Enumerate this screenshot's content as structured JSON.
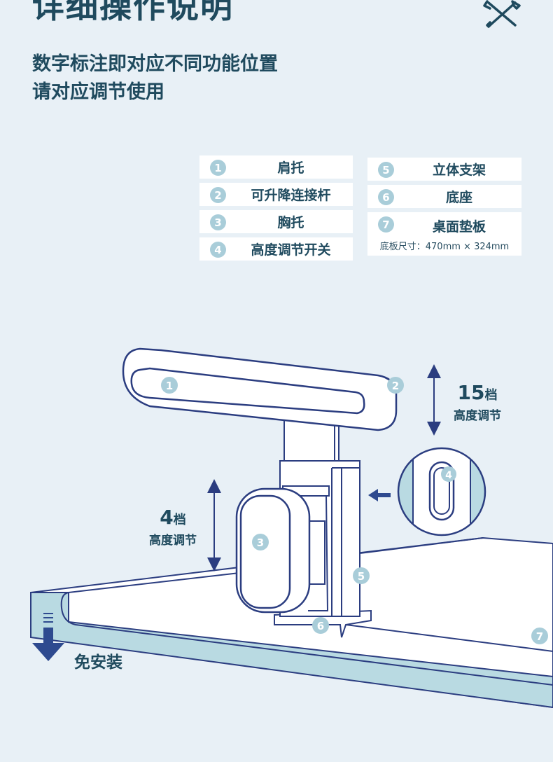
{
  "header": {
    "title": "详细操作说明",
    "subtitle_line1": "数字标注即对应不同功能位置",
    "subtitle_line2": "请对应调节使用"
  },
  "legend": {
    "left": [
      {
        "num": "1",
        "label": "肩托"
      },
      {
        "num": "2",
        "label": "可升降连接杆"
      },
      {
        "num": "3",
        "label": "胸托"
      },
      {
        "num": "4",
        "label": "高度调节开关"
      }
    ],
    "right": [
      {
        "num": "5",
        "label": "立体支架"
      },
      {
        "num": "6",
        "label": "底座"
      },
      {
        "num": "7",
        "label": "桌面垫板",
        "note": "底板尺寸：470mm × 324mm"
      }
    ]
  },
  "callouts": {
    "upper": {
      "count": "15",
      "unit": "档",
      "desc": "高度调节"
    },
    "lower": {
      "count": "4",
      "unit": "档",
      "desc": "高度调节"
    },
    "base": "免安装"
  },
  "markers": [
    "1",
    "2",
    "3",
    "4",
    "5",
    "6",
    "7"
  ],
  "colors": {
    "background": "#e8f0f6",
    "text": "#1f4a5e",
    "outline": "#2b3d80",
    "marker": "#a9cdd9",
    "board_edge": "#b9dae2",
    "arrow": "#2e4a8f"
  },
  "icons": [
    "tools-icon"
  ]
}
